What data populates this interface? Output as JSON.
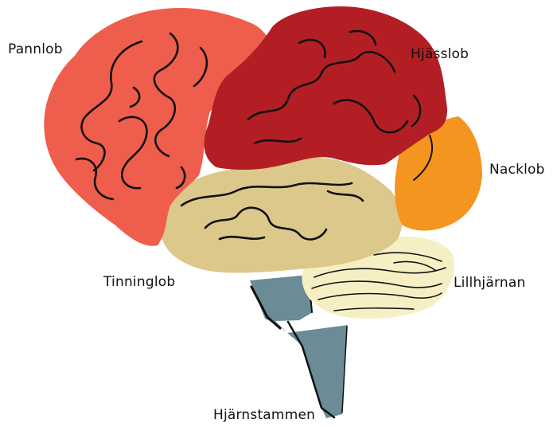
{
  "labels": {
    "frontal": "Pannlob",
    "parietal": "Hjässlob",
    "occipital": "Nacklob",
    "temporal": "Tinninglob",
    "cerebellum": "Lillhjärnan",
    "brainstem": "Hjärnstammen"
  },
  "colors": {
    "frontal": "#ef5e4c",
    "parietal": "#b31e24",
    "occipital": "#f4951f",
    "temporal": "#dcc88b",
    "cerebellum": "#f7efc4",
    "brainstem": "#6b8b96",
    "outline": "#111111"
  }
}
